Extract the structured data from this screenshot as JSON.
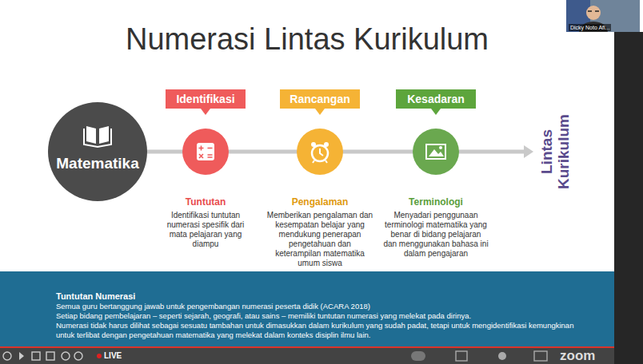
{
  "diagram": {
    "title": "Numerasi Lintas Kurikulum",
    "nodes": [
      {
        "text": [
          "Matematika"
        ]
      },
      {
        "text": [
          "Identifikasi"
        ]
      },
      {
        "text": [
          "Rancangan"
        ]
      },
      {
        "text": [
          "Kesadaran"
        ]
      },
      {
        "text": [
          "Tuntutan Numerasi",
          "Semua guru bertanggung jawab untuk pengembangan numerasi peserta didik (ACARA 2018)",
          "Setiap bidang pembelajaran – seperti sejarah, geografi, atau sains – memiliki tuntutan numerasi yang melekat pada dirinya.",
          "Numerasi tidak harus dilihat sebagai sesuatu tambahan untuk dimasukkan dalam kurikulum yang sudah padat, tetapi untuk mengidentifikasi kemungkinan untuk terlibat dengan pengetahuan matematika yang melekat dalam konteks disiplin ilmu lain."
        ]
      }
    ],
    "labels": [
      "Tuntutan",
      "Identifikasi tuntutan numerasi spesifik dari mata pelajaran yang diampu",
      "Pengalaman",
      "Memberikan pengalaman dan kesempatan belajar yang mendukung penerapan pengetahuan dan keterampilan matematika umum siswa",
      "Terminologi",
      "Menyadari penggunaan terminologi matematika yang benar di bidang pelajaran dan menggunakan bahasa ini dalam pengajaran",
      "Lintas Kurikulum",
      "Dicky Noto Afi...",
      "LIVE",
      "zoom"
    ]
  }
}
